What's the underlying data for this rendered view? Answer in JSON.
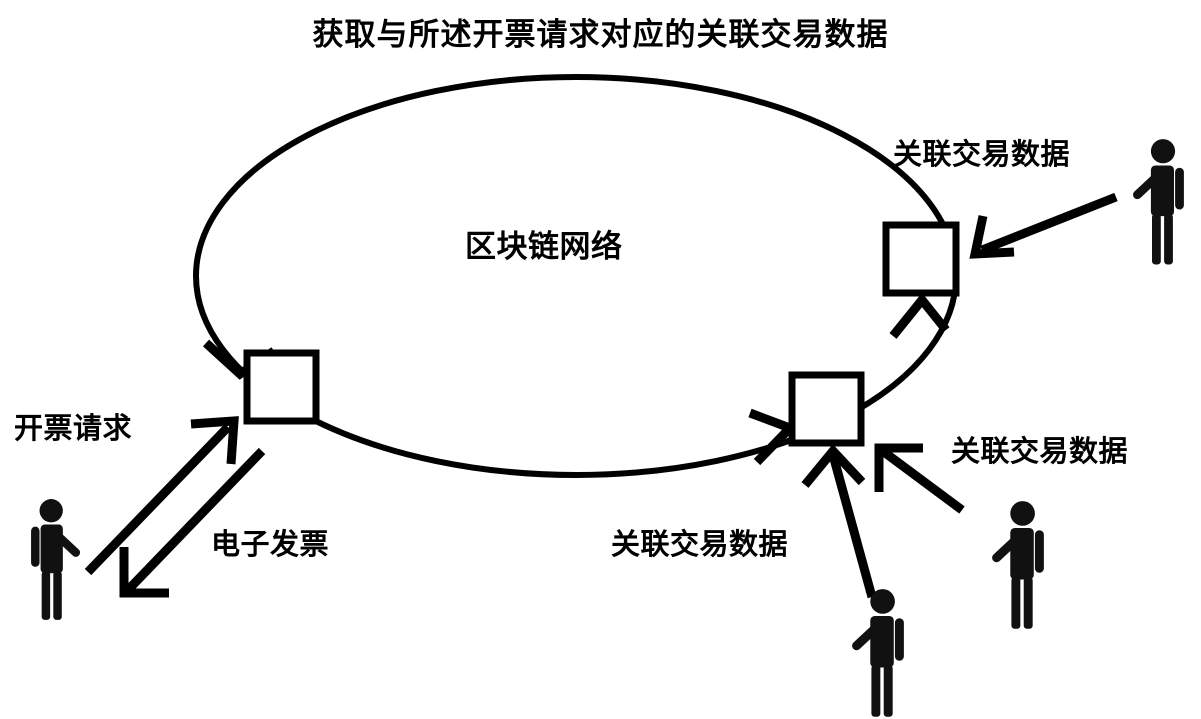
{
  "title": "获取与所述开票请求对应的关联交易数据",
  "network": {
    "label": "区块链网络",
    "shape": "ellipse",
    "stroke_color": "#000000"
  },
  "nodes": [
    {
      "name": "node-left",
      "label": ""
    },
    {
      "name": "node-top-right",
      "label": ""
    },
    {
      "name": "node-bottom-right",
      "label": ""
    }
  ],
  "labels": {
    "invoice_request": "开票请求",
    "electronic_invoice": "电子发票",
    "transaction_data_top_right": "关联交易数据",
    "transaction_data_right": "关联交易数据",
    "transaction_data_bottom": "关联交易数据"
  },
  "actors": [
    {
      "name": "actor-left",
      "arm": "right"
    },
    {
      "name": "actor-top-right",
      "arm": "left"
    },
    {
      "name": "actor-bottom-center",
      "arm": "left"
    },
    {
      "name": "actor-bottom-right",
      "arm": "left"
    }
  ],
  "colors": {
    "stroke": "#000000",
    "fill": "#ffffff",
    "background": "#ffffff",
    "actor": "#111111"
  }
}
